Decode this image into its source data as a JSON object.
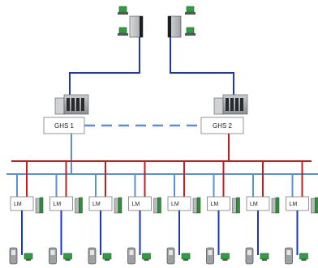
{
  "ghs": [
    {
      "label": "GHS 1"
    },
    {
      "label": "GHS 2"
    }
  ],
  "lm_label": "LM",
  "lm_count": 8,
  "colors": {
    "blue_bus": "#5b8fd6",
    "red_bus": "#c41e1e",
    "top_link": "#1a35c8",
    "workstation_screen": "#2e9e3e"
  },
  "icons": [
    "workstation-icon",
    "server-rack-icon",
    "plc-icon",
    "field-device-icon",
    "field-terminal-icon"
  ]
}
